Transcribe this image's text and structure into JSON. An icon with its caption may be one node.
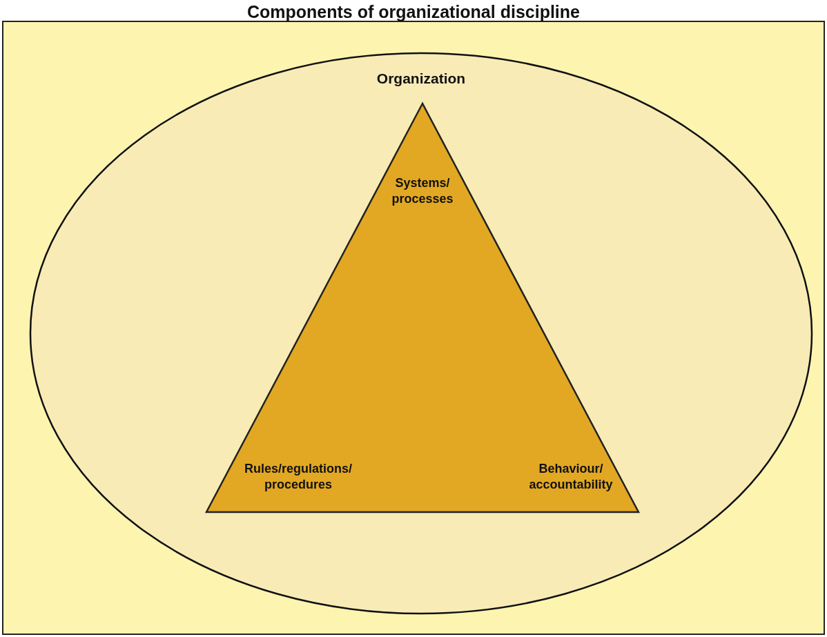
{
  "diagram": {
    "title": "Components of organizational discipline",
    "nodes": [
      {
        "text": [
          "Organization"
        ]
      },
      {
        "text": [
          "Systems/ processes",
          "Rules/regulations/ procedures",
          "Behaviour/ accountability"
        ],
        "in": 0
      }
    ]
  }
}
